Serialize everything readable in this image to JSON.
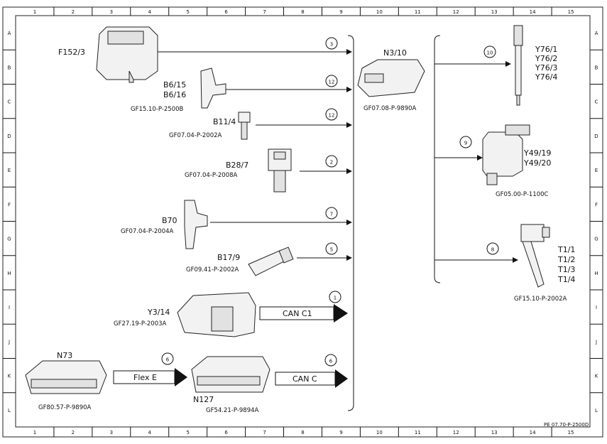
{
  "frame": {
    "columns": [
      "1",
      "2",
      "3",
      "4",
      "5",
      "6",
      "7",
      "8",
      "9",
      "10",
      "11",
      "12",
      "13",
      "14",
      "15"
    ],
    "rows": [
      "A",
      "B",
      "C",
      "D",
      "E",
      "F",
      "G",
      "H",
      "I",
      "J",
      "K",
      "L"
    ],
    "footer_ref": "PE 07.70-P-2500D"
  },
  "components": {
    "f152": {
      "label": "F152/3"
    },
    "b6": {
      "label1": "B6/15",
      "label2": "B6/16",
      "ref": "GF15.10-P-2500B"
    },
    "b11": {
      "label": "B11/4",
      "ref": "GF07.04-P-2002A"
    },
    "b28": {
      "label": "B28/7",
      "ref": "GF07.04-P-2008A"
    },
    "b70": {
      "label": "B70",
      "ref": "GF07.04-P-2004A"
    },
    "b17": {
      "label": "B17/9",
      "ref": "GF09.41-P-2002A"
    },
    "y3": {
      "label": "Y3/14",
      "ref": "GF27.19-P-2003A"
    },
    "n73": {
      "label": "N73",
      "ref": "GF80.57-P-9890A"
    },
    "n127": {
      "label": "N127",
      "ref": "GF54.21-P-9894A"
    },
    "n3": {
      "label": "N3/10",
      "ref": "GF07.08-P-9890A"
    },
    "y76": {
      "l1": "Y76/1",
      "l2": "Y76/2",
      "l3": "Y76/3",
      "l4": "Y76/4"
    },
    "y49": {
      "l1": "Y49/19",
      "l2": "Y49/20",
      "ref": "GF05.00-P-1100C"
    },
    "t1": {
      "l1": "T1/1",
      "l2": "T1/2",
      "l3": "T1/3",
      "l4": "T1/4",
      "ref": "GF15.10-P-2002A"
    }
  },
  "signals": {
    "s_f152": "3",
    "s_b6": "12",
    "s_b11": "12",
    "s_b28": "2",
    "s_b70": "7",
    "s_b17": "5",
    "s_y3": "1",
    "s_n73": "6",
    "s_n127": "6",
    "s_y76": "10",
    "s_y49": "9",
    "s_t1": "8"
  },
  "buses": {
    "can_c1": "CAN C1",
    "flex_e": "Flex E",
    "can_c": "CAN C"
  }
}
